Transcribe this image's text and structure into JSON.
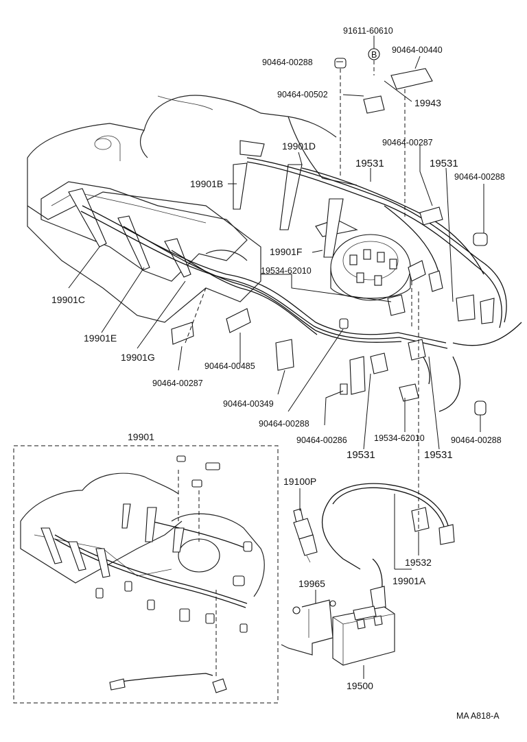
{
  "labels": {
    "l_91611": "91611-60610",
    "l_b": "B",
    "l_90464_00440": "90464-00440",
    "l_90464_00288_a": "90464-00288",
    "l_90464_00502": "90464-00502",
    "l_19943": "19943",
    "l_90464_00287_a": "90464-00287",
    "l_19901D": "19901D",
    "l_19531_a": "19531",
    "l_19531_b": "19531",
    "l_90464_00288_b": "90464-00288",
    "l_19901B": "19901B",
    "l_19901F": "19901F",
    "l_19534_62010_a": "19534-62010",
    "l_19901C": "19901C",
    "l_19901E": "19901E",
    "l_19901G": "19901G",
    "l_90464_00485": "90464-00485",
    "l_90464_00287_b": "90464-00287",
    "l_90464_00349": "90464-00349",
    "l_90464_00288_c": "90464-00288",
    "l_90464_00286": "90464-00286",
    "l_19534_62010_b": "19534-62010",
    "l_90464_00288_d": "90464-00288",
    "l_19531_c": "19531",
    "l_19531_d": "19531",
    "l_19901": "19901",
    "l_19100P": "19100P",
    "l_19532": "19532",
    "l_19901A": "19901A",
    "l_19965": "19965",
    "l_19500": "19500",
    "l_code": "MA A818-A"
  },
  "colors": {
    "ink": "#111111",
    "paper": "#ffffff"
  }
}
